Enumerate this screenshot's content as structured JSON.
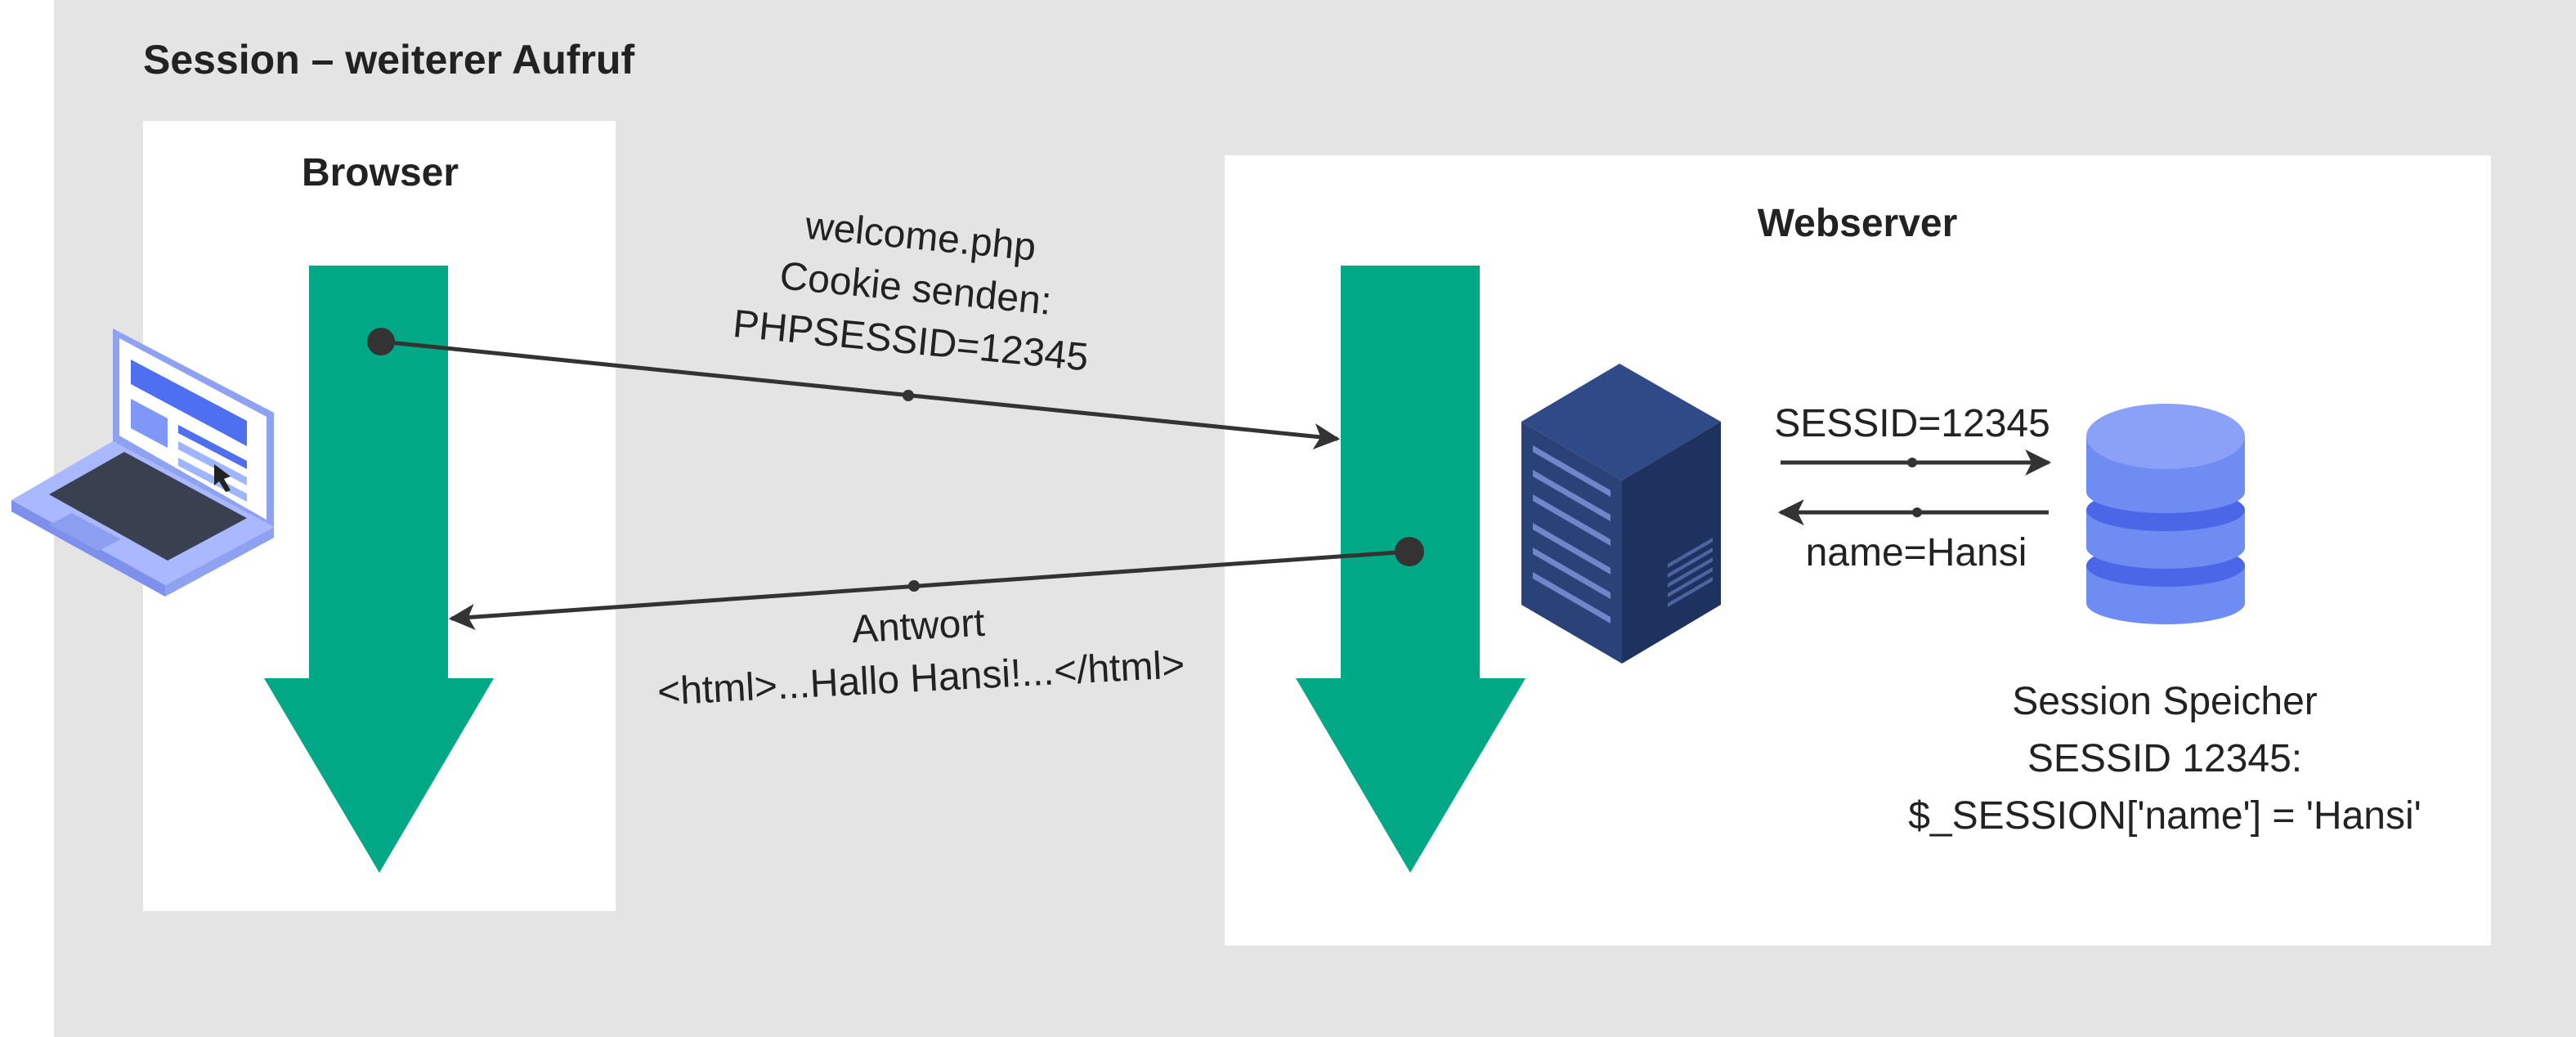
{
  "title": "Session – weiterer Aufruf",
  "browser": {
    "title": "Browser"
  },
  "webserver": {
    "title": "Webserver"
  },
  "request": {
    "line1": "welcome.php",
    "line2": "Cookie senden:",
    "line3": "PHPSESSID=12345"
  },
  "response": {
    "line1": "Antwort",
    "line2": "<html>...Hallo Hansi!...</html>"
  },
  "store_request": "SESSID=12345",
  "store_response": "name=Hansi",
  "storage": {
    "line1": "Session Speicher",
    "line2": "SESSID 12345:",
    "line3": "$_SESSION['name'] = 'Hansi'"
  },
  "colors": {
    "background": "#e4e4e4",
    "panel": "#ffffff",
    "timeline": "#00a886",
    "arrow": "#333333",
    "server": "#1e3260",
    "database": "#6f8cf2",
    "laptop": "#9fb3ff"
  },
  "icons": {
    "laptop": "laptop-icon",
    "server": "server-icon",
    "database": "database-icon"
  }
}
